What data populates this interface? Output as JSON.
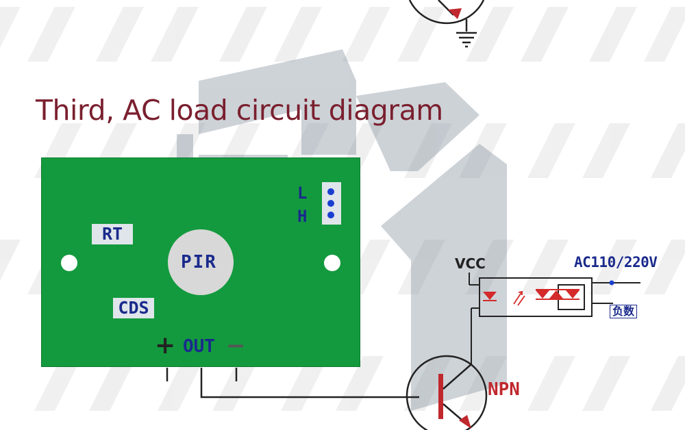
{
  "title": "Third, AC load circuit diagram",
  "colors": {
    "title": "#7a1f2e",
    "board": "#139a3e",
    "board_border": "#0d7a2f",
    "label_text": "#1a2a8c",
    "transistor_bar": "#c0282d",
    "optocoupler": "#d42a2a",
    "wire": "#222222",
    "watermark": "#7d8b98"
  },
  "board": {
    "labels": {
      "rt": "RT",
      "cds": "CDS",
      "pir": "PIR",
      "l": "L",
      "h": "H",
      "out": "OUT",
      "plus": "+",
      "minus": "−"
    }
  },
  "schematic": {
    "vcc": "VCC",
    "ac": "AC110/220V",
    "load": "负数",
    "npn": "NPN",
    "icons": [
      "ground-icon",
      "led-icon",
      "light-arrow-icon",
      "triac-icon",
      "npn-transistor-icon"
    ]
  }
}
